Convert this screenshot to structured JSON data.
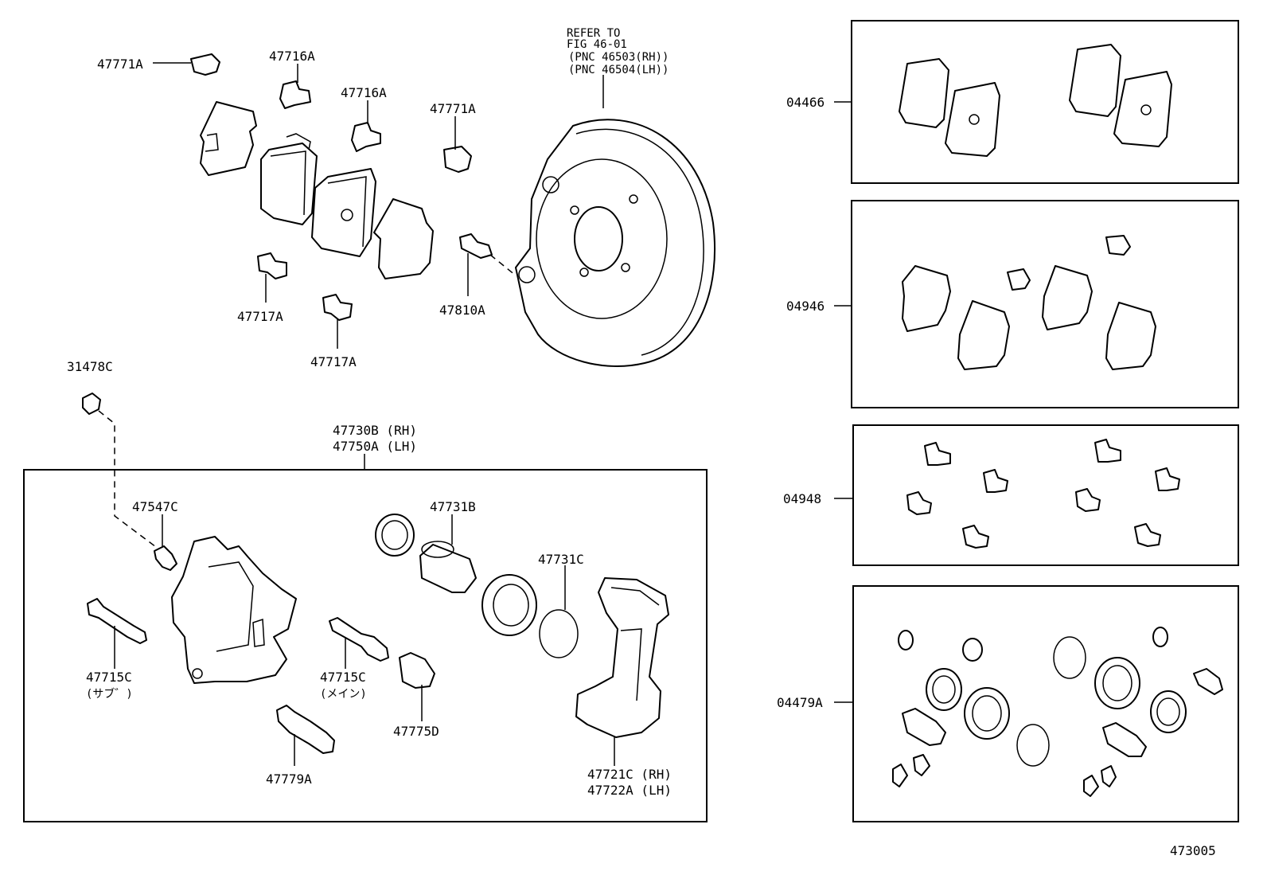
{
  "labels": {
    "p47771a_1": "47771A",
    "p47716a_1": "47716A",
    "p47716a_2": "47716A",
    "p47771a_2": "47771A",
    "p47717a_1": "47717A",
    "p47717a_2": "47717A",
    "p47810a": "47810A",
    "refer_1": "REFER TO",
    "refer_2": "FIG 46-01",
    "refer_3": "(PNC 46503(RH))",
    "refer_4": "(PNC 46504(LH))",
    "p31478c": "31478C",
    "p47730b": "47730B (RH)",
    "p47750a": "47750A (LH)",
    "p47547c": "47547C",
    "p47731b": "47731B",
    "p47731c": "47731C",
    "p47715c_sub": "47715C",
    "sub_note": "(サブ゛)",
    "p47715c_main": "47715C",
    "main_note": "(メイン)",
    "p47775d": "47775D",
    "p47779a": "47779A",
    "p47721c": "47721C (RH)",
    "p47722a": "47722A (LH)",
    "kit_04466": "04466",
    "kit_04946": "04946",
    "kit_04948": "04948",
    "kit_04479a": "04479A",
    "figure_number": "473005"
  }
}
